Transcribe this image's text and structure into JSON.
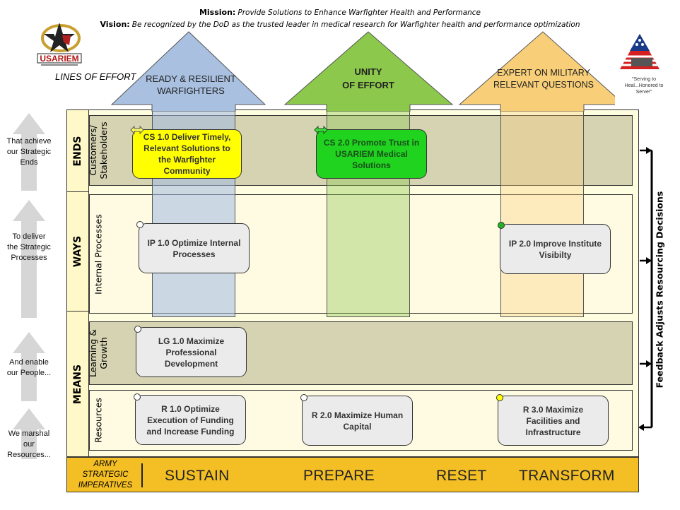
{
  "header": {
    "mission_label": "Mission:",
    "mission_text": "Provide Solutions to Enhance Warfighter Health and Performance",
    "vision_label": "Vision:",
    "vision_text": "Be recognized by the DoD as the trusted leader in medical research for Warfighter health and performance optimization"
  },
  "logos": {
    "left": {
      "icon": "usariem-star-logo",
      "text": "USARIEM"
    },
    "right": {
      "icon": "flag-triangle-logo",
      "caption": "\"Serving to Heal...Honored to Serve!\""
    }
  },
  "lines_of_effort_label": "LINES OF EFFORT",
  "lines_of_effort": [
    {
      "label_1": "READY & RESILIENT",
      "label_2": "WARFIGHTERS",
      "color": "#a9c0e0"
    },
    {
      "label_1": "UNITY",
      "label_2": "OF EFFORT",
      "color": "#8cc84b"
    },
    {
      "label_1": "EXPERT ON MILITARY",
      "label_2": "RELEVANT QUESTIONS",
      "color": "#f8cf78"
    }
  ],
  "left_arrows": [
    {
      "line1": "That achieve",
      "line2": "our Strategic",
      "line3": "Ends"
    },
    {
      "line1": "To deliver",
      "line2": "the Strategic",
      "line3": "Processes"
    },
    {
      "line1": "And enable",
      "line2": "our People...",
      "line3": ""
    },
    {
      "line1": "We marshal",
      "line2": "our",
      "line3": "Resources..."
    }
  ],
  "sections": {
    "ends": "ENDS",
    "ways": "WAYS",
    "means": "MEANS"
  },
  "perspectives": {
    "customers_1": "Customers/",
    "customers_2": "Stakeholders",
    "internal": "Internal Processes",
    "learning_1": "Learning &",
    "learning_2": "Growth",
    "resources": "Resources"
  },
  "objectives": {
    "cs1": {
      "text": "CS 1.0 Deliver Timely, Relevant Solutions to the Warfighter Community",
      "color": "#ffff00",
      "status_icon": "double-arrow-icon"
    },
    "cs2": {
      "text": "CS 2.0 Promote Trust in USARIEM Medical Solutions",
      "color": "#1fd31f",
      "status_icon": "double-arrow-icon"
    },
    "ip1": {
      "text": "IP 1.0 Optimize Internal Processes",
      "status": "white"
    },
    "ip2": {
      "text": "IP 2.0 Improve Institute Visibilty",
      "status": "green"
    },
    "lg1": {
      "text": "LG 1.0 Maximize Professional Development",
      "status": "white"
    },
    "r1": {
      "text": "R 1.0 Optimize Execution of Funding and Increase Funding",
      "status": "white"
    },
    "r2": {
      "text": "R 2.0 Maximize Human Capital",
      "status": "white"
    },
    "r3": {
      "text": "R 3.0 Maximize Facilities and Infrastructure",
      "status": "yellow"
    }
  },
  "status_colors": {
    "white": "#ffffff",
    "green": "#22b222",
    "yellow": "#ffff00"
  },
  "imperatives": {
    "label_1": "ARMY",
    "label_2": "STRATEGIC",
    "label_3": "IMPERATIVES",
    "items": [
      "SUSTAIN",
      "PREPARE",
      "RESET",
      "TRANSFORM"
    ]
  },
  "feedback_label": "Feedback Adjusts Resourcing Decisions"
}
